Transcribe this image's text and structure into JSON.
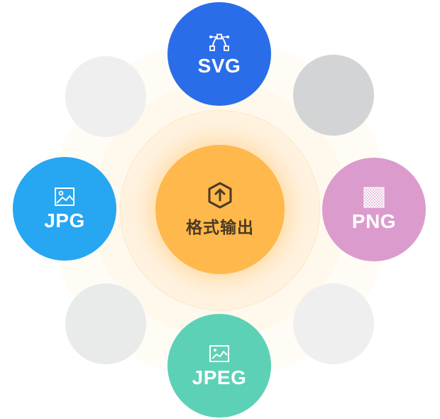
{
  "center": {
    "label": "格式输出",
    "icon": "export-upload-icon",
    "color": "#ffb84c"
  },
  "formats": [
    {
      "id": "svg",
      "label": "SVG",
      "icon": "vector-path-icon",
      "color": "#2a6de8"
    },
    {
      "id": "png",
      "label": "PNG",
      "icon": "transparent-grid-icon",
      "color": "#db9ccd"
    },
    {
      "id": "jpeg",
      "label": "JPEG",
      "icon": "image-chart-icon",
      "color": "#5cd1b5"
    },
    {
      "id": "jpg",
      "label": "JPG",
      "icon": "image-icon",
      "color": "#27a6f2"
    }
  ],
  "placeholder_colors": [
    "#d3d4d6",
    "#efefef",
    "#e9eaea",
    "#efefef"
  ]
}
